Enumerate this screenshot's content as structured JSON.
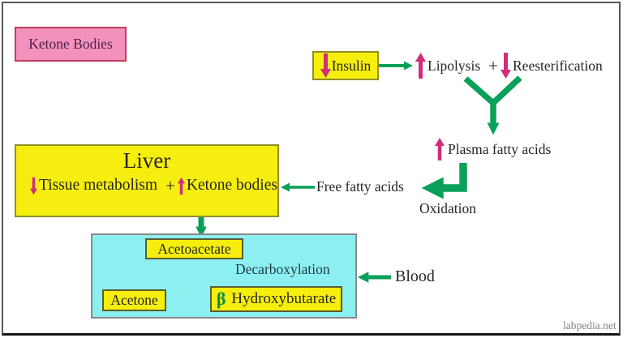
{
  "legend": {
    "label": "Ketone Bodies"
  },
  "top_flow": {
    "insulin": "Insulin",
    "lipolysis": "Lipolysis",
    "plus": "+",
    "reesterification": "Reesterification",
    "plasma_fatty_acids": "Plasma fatty acids",
    "oxidation": "Oxidation",
    "free_fatty_acids": "Free fatty acids"
  },
  "liver_box": {
    "title": "Liver",
    "tissue_metabolism": "Tissue metabolism",
    "plus": "+",
    "ketone_bodies": "Ketone bodies"
  },
  "blood_compartment": {
    "acetoacetate": "Acetoacetate",
    "decarboxylation": "Decarboxylation",
    "acetone": "Acetone",
    "beta": "β",
    "hydroxybutarate": "Hydroxybutarate",
    "blood_label": "Blood"
  },
  "watermark": "labpedia.net",
  "colors": {
    "arrow_green": "#0aa05a",
    "arrow_pink": "#d12d7d",
    "box_yellow": "#f6ee0e",
    "box_cyan": "#8df0f0",
    "box_pink": "#f391bd"
  }
}
